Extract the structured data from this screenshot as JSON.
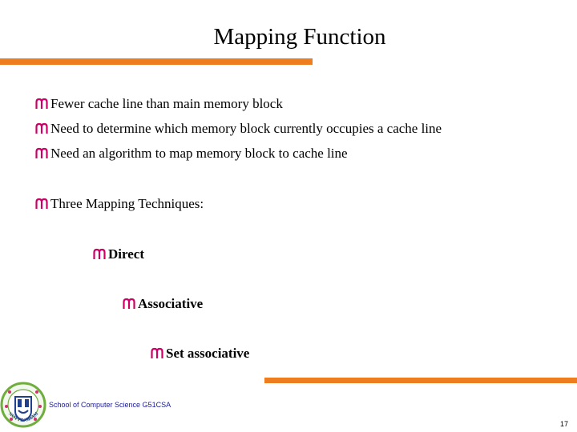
{
  "slide": {
    "title": "Mapping Function",
    "bullets": [
      "Fewer cache line than main memory block",
      "Need to determine which memory block currently occupies a cache line",
      "Need an algorithm to map memory block to cache line",
      "Three Mapping Techniques:"
    ],
    "techniques": [
      "Direct",
      "Associative",
      "Set associative"
    ]
  },
  "footer": {
    "text": "School of Computer Science G51CSA",
    "logo_lettering": "NOTTINGHAM",
    "page_number": "17"
  },
  "colors": {
    "accent_orange": "#ee7d1f",
    "bullet_magenta": "#cc0066",
    "footer_text_blue": "#1a1a9a"
  },
  "icons": {
    "bullet": "bullet-m-icon",
    "logo": "university-crest-logo"
  }
}
